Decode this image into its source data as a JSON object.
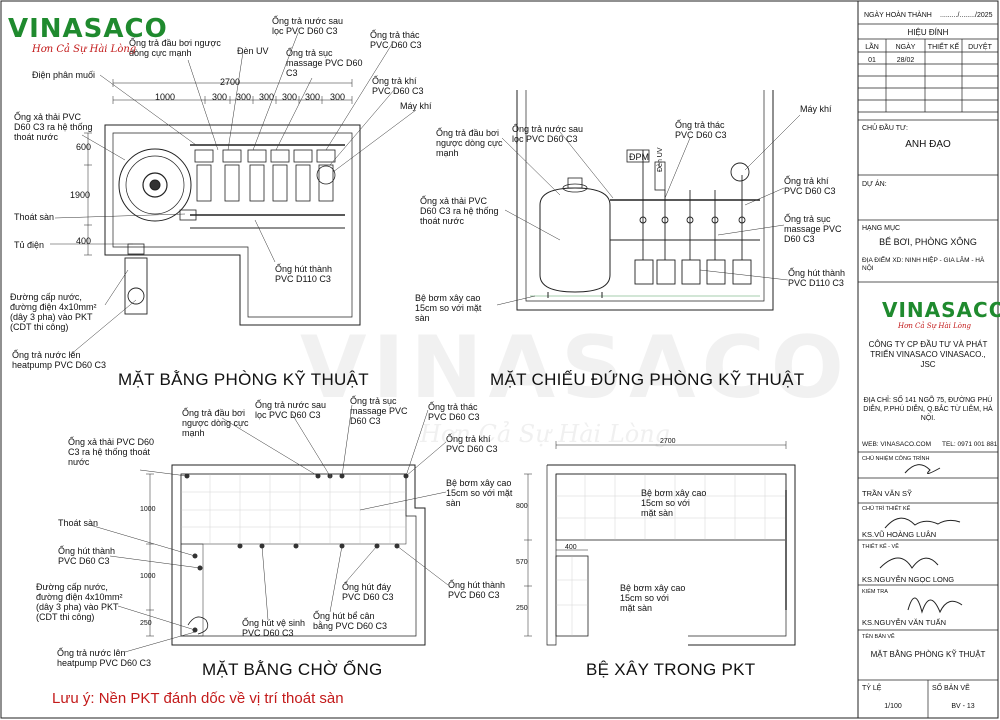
{
  "brand": {
    "name": "VINASACO",
    "slogan": "Hơn Cả Sự Hài Lòng",
    "colors": {
      "green": "#1f8a2e",
      "red": "#c31a1a"
    }
  },
  "views": {
    "plan": {
      "title": "MẶT BẰNG PHÒNG KỸ THUẬT",
      "dims": [
        "2700",
        "1000",
        "300",
        "300",
        "300",
        "300",
        "300",
        "300",
        "600",
        "1900",
        "400"
      ],
      "labels": {
        "backwash": "Ống trả đầu bơi ngược dòng cực mạnh",
        "uv": "Đèn UV",
        "after_filter": "Ống trả nước sau lọc PVC D60 C3",
        "massage": "Ống trả sục massage PVC D60 C3",
        "waterfall": "Ống trả thác PVC D60 C3",
        "air_return": "Ống trả khí PVC D60 C3",
        "blower": "Máy khí",
        "salt": "Điện phân muối",
        "drain_out": "Ống xả thải PVC D60 C3 ra hệ thống thoát nước",
        "floor_drain": "Thoát sàn",
        "panel": "Tủ điện",
        "supply": "Đường cấp nước, đường điện 4x10mm² (dây 3 pha) vào PKT (CDT thi công)",
        "heatpump": "Ống trả nước lên heatpump PVC D60 C3",
        "suction": "Ống hút thành PVC D110 C3"
      }
    },
    "elevation": {
      "title": "MẶT CHIẾU ĐỨNG PHÒNG KỸ THUẬT",
      "labels": {
        "backwash": "Ống trả đầu bơi ngược dòng cực mạnh",
        "after_filter": "Ống trả nước sau lọc PVC D60 C3",
        "waterfall": "Ống trả thác PVC D60 C3",
        "blower": "Máy khí",
        "dpm": "ĐPM",
        "uv": "Đèn UV",
        "drain_out": "Ống xả thải PVC D60 C3 ra hệ thống thoát nước",
        "air_return": "Ống trả khí PVC D60 C3",
        "massage": "Ống trả sục massage PVC D60 C3",
        "suction": "Ống hút thành PVC D110 C3",
        "base": "Bệ bơm xây cao 15cm so với mặt sàn"
      }
    },
    "rough_in": {
      "title": "MẶT BẰNG CHỜ ỐNG",
      "labels": {
        "backwash": "Ống trả đầu bơi ngược dòng cực mạnh",
        "after_filter": "Ống trả nước sau lọc PVC D60 C3",
        "massage": "Ống trả sục massage PVC D60 C3",
        "waterfall": "Ống trả thác PVC D60 C3",
        "air_return": "Ống trả khí PVC D60 C3",
        "drain_out": "Ống xả thải PVC D60 C3 ra hệ thống thoát nước",
        "base": "Bệ bơm xây cao 15cm so với mặt sàn",
        "floor_drain": "Thoát sàn",
        "suction_wall": "Ống hút thành PVC D60 C3",
        "supply": "Đường cấp nước, đường điện 4x10mm² (dây 3 pha) vào PKT (CDT thi công)",
        "heatpump": "Ống trả nước lên heatpump PVC D60 C3",
        "suction_bottom": "Ống hút đáy PVC D60 C3",
        "suction_wall2": "Ống hút thành PVC D60 C3",
        "suction_cleaner": "Ống hút vệ sinh PVC D60 C3",
        "suction_balance": "Ống hút bể cân bằng PVC D60 C3"
      },
      "dims": [
        "1000",
        "1000",
        "250"
      ]
    },
    "base": {
      "title": "BỆ XÂY TRONG PKT",
      "dims": [
        "2700",
        "400",
        "800",
        "570",
        "250"
      ],
      "labels": {
        "base_main": "Bệ bơm xây cao 15cm so với mặt sàn",
        "base_small": "Bệ bơm xây cao 15cm so với mặt sàn"
      }
    }
  },
  "note": "Lưu ý: Nền PKT đánh dốc về vị trí thoát sàn",
  "title_block": {
    "done_date_label": "NGÀY HOÀN THÀNH",
    "done_date_value": "........./......../2025",
    "revision_label": "HIỆU ĐÍNH",
    "rev_headers": [
      "LẦN",
      "NGÀY",
      "THIẾT KẾ",
      "DUYỆT"
    ],
    "rev_row": [
      "01",
      "28/02",
      "",
      ""
    ],
    "owner_label": "CHỦ ĐẦU TƯ:",
    "owner": "ANH ĐẠO",
    "project_label": "DỰ ÁN:",
    "category_label": "HẠNG MỤC",
    "category": "BỂ BƠI, PHÒNG XÔNG",
    "location": "ĐỊA ĐIỂM XD: NINH HIỆP - GIA LÂM - HÀ NỘI",
    "company": "CÔNG TY CP ĐẦU TƯ VÀ PHÁT TRIỂN VINASACO VINASACO., JSC",
    "address": "ĐỊA CHỈ: SỐ 141 NGÕ 75, ĐƯỜNG PHÚ DIỄN, P.PHÚ DIỄN, Q.BẮC TỪ LIÊM, HÀ NỘI.",
    "web": "WEB: VINASACO.COM",
    "tel": "TEL: 0971 001 881",
    "roles": [
      {
        "role": "CHỦ NHIỆM CÔNG TRÌNH",
        "name": "TRẦN VĂN SỸ"
      },
      {
        "role": "CHỦ TRÌ THIẾT KẾ",
        "name": "KS.VŨ HOÀNG LUÂN"
      },
      {
        "role": "THIẾT KẾ - VẼ",
        "name": "KS.NGUYỄN NGỌC LONG"
      },
      {
        "role": "KIỂM TRA",
        "name": "KS.NGUYỄN VĂN TUẤN"
      }
    ],
    "drawing_name_label": "TÊN BẢN VẼ",
    "drawing_name": "MẶT BẰNG PHÒNG KỸ THUẬT",
    "scale_label": "TỶ LỆ",
    "scale": "1/100",
    "sheet_label": "SỐ BẢN VẼ",
    "sheet": "BV - 13"
  }
}
